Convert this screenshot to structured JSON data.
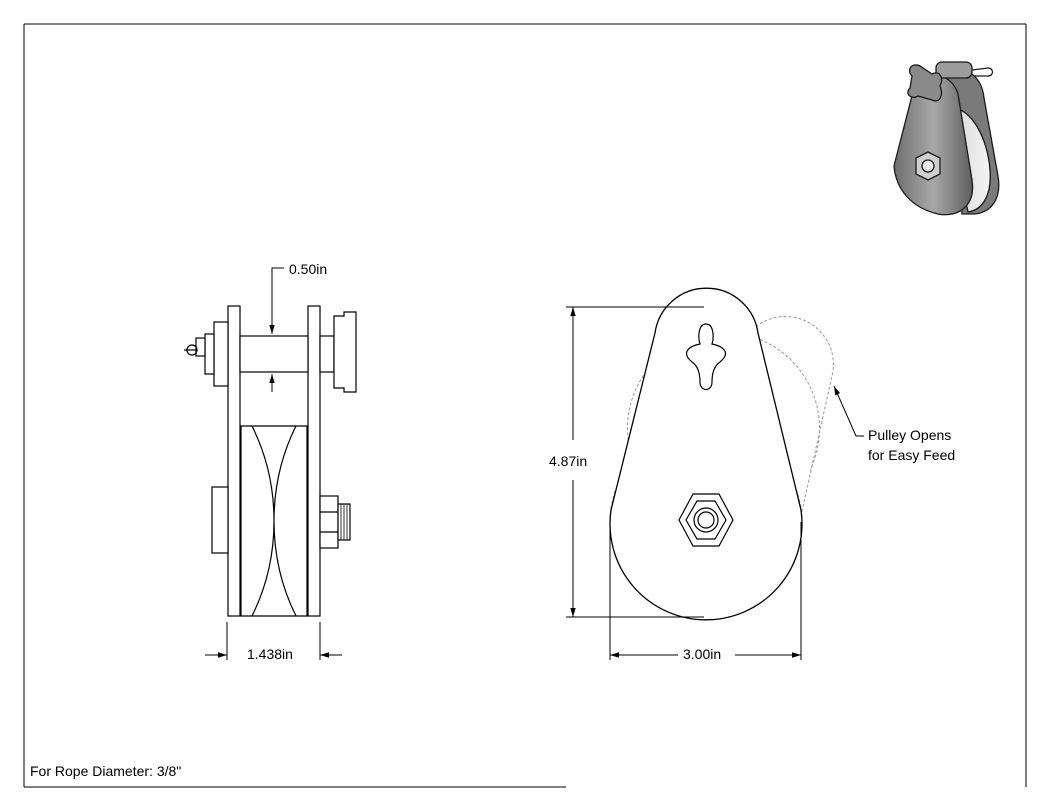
{
  "dimensions": {
    "side_width": "1.438in",
    "shaft_diameter": "0.50in",
    "height": "4.87in",
    "diameter": "3.00in"
  },
  "callout": {
    "line1": "Pulley Opens",
    "line2": "for Easy Feed"
  },
  "footer": {
    "rope_note": "For Rope Diameter: 3/8\""
  },
  "colors": {
    "line": "#000000",
    "hidden_line": "#9a9a9a",
    "iso_body": "#8c8c8c"
  }
}
